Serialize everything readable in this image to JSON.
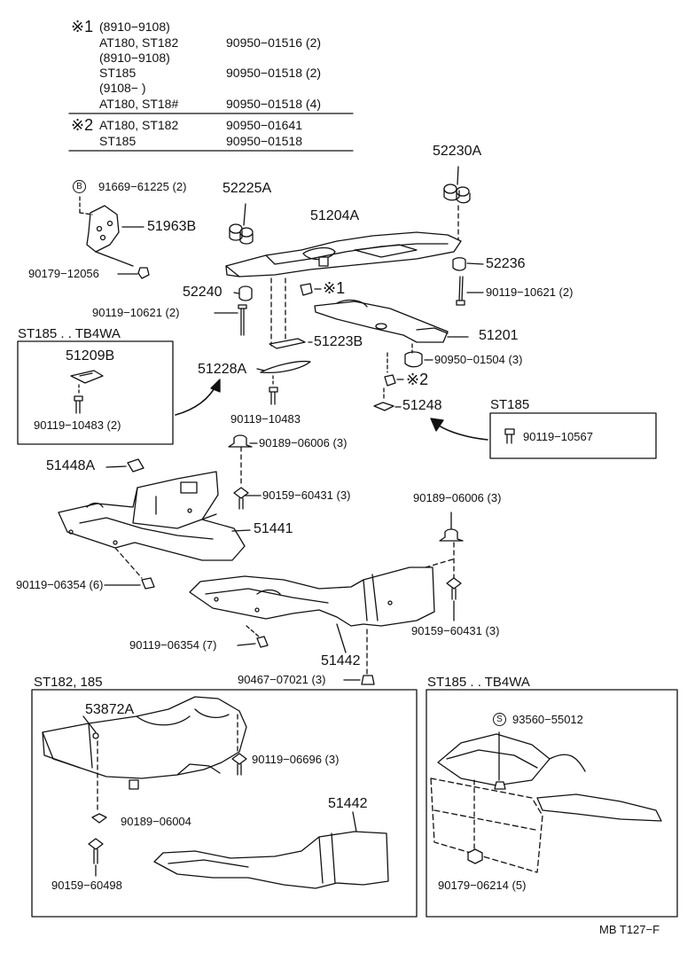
{
  "notes": {
    "note1": {
      "mark": "※1",
      "rows": [
        {
          "model": "(8910−9108)",
          "part": ""
        },
        {
          "model": "AT180, ST182",
          "part": "90950−01516 (2)"
        },
        {
          "model": "(8910−9108)",
          "part": ""
        },
        {
          "model": "ST185",
          "part": "90950−01518 (2)"
        },
        {
          "model": "(9108−        )",
          "part": ""
        },
        {
          "model": "AT180, ST18#",
          "part": "90950−01518 (4)"
        }
      ]
    },
    "note2": {
      "mark": "※2",
      "rows": [
        {
          "model": "AT180, ST182",
          "part": "90950−01641"
        },
        {
          "model": "ST185",
          "part": "90950−01518"
        }
      ]
    }
  },
  "labels": {
    "p52230A": "52230A",
    "p91669": "91669−61225 (2)",
    "circleB": "B",
    "p52225A": "52225A",
    "p51204A": "51204A",
    "p51963B": "51963B",
    "p52236": "52236",
    "p90179_12056": "90179−12056",
    "p52240": "52240",
    "mark1": "※1",
    "p90119_10621_a": "90119−10621 (2)",
    "p90119_10621_b": "90119−10621 (2)",
    "p51223B": "51223B",
    "p51201": "51201",
    "p90950_01504": "90950−01504 (3)",
    "mark2": "※2",
    "p51228A": "51228A",
    "p90119_10483": "90119−10483",
    "p51248": "51248",
    "p90189_06006_a": "90189−06006 (3)",
    "p51448A": "51448A",
    "p90159_60431_a": "90159−60431 (3)",
    "p90189_06006_b": "90189−06006 (3)",
    "p51441": "51441",
    "p90119_06354_a": "90119−06354 (6)",
    "p90159_60431_b": "90159−60431 (3)",
    "p90119_06354_b": "90119−06354 (7)",
    "p51442": "51442",
    "p90467": "90467−07021 (3)"
  },
  "inset_tb4wa_top": {
    "heading": "ST185 . . TB4WA",
    "part": "51209B",
    "bolt": "90119−10483 (2)"
  },
  "inset_st185": {
    "heading": "ST185",
    "bolt": "90119−10567"
  },
  "inset_st182": {
    "heading": "ST182, 185",
    "p53872A": "53872A",
    "p90119_06696": "90119−06696 (3)",
    "p90189_06004": "90189−06004",
    "p90159_60498": "90159−60498",
    "p51442": "51442"
  },
  "inset_tb4wa_bottom": {
    "heading": "ST185 . . TB4WA",
    "circleS": "S",
    "p93560": "93560−55012",
    "p90179_06214": "90179−06214 (5)"
  },
  "footer_code": "MB T127−F"
}
